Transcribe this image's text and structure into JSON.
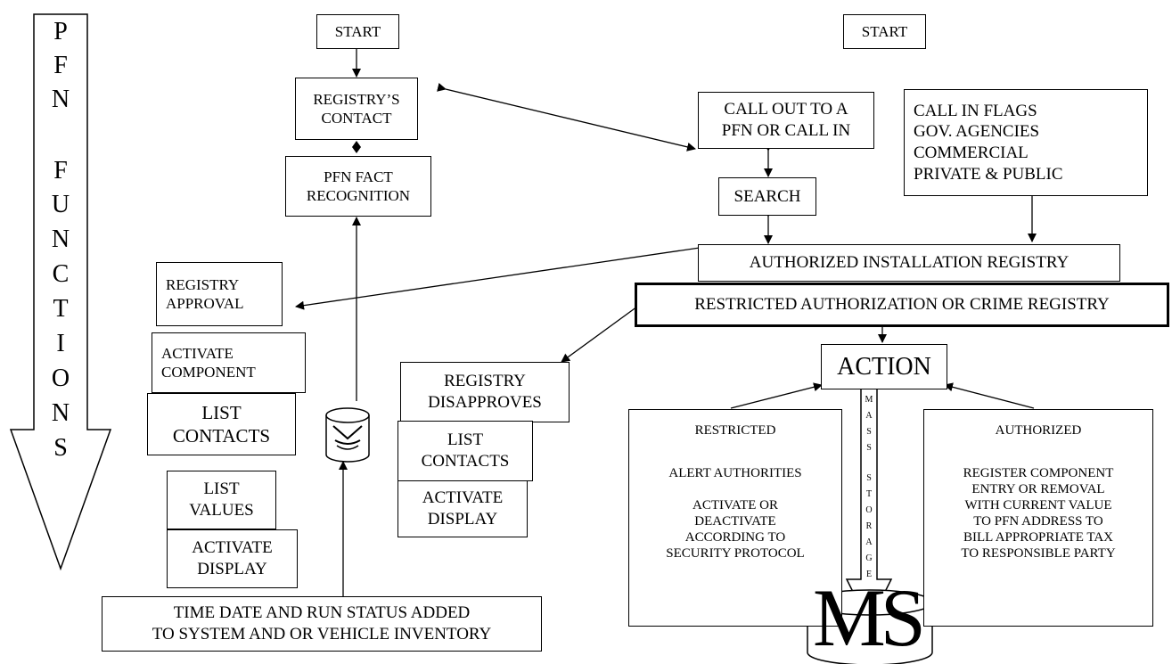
{
  "sidebar": {
    "title_letters": [
      "P",
      "F",
      "N",
      "F",
      "U",
      "N",
      "C",
      "T",
      "I",
      "O",
      "N",
      "S"
    ]
  },
  "left_flow": {
    "start": "START",
    "contact": "REGISTRY’S\nCONTACT",
    "fact": "PFN FACT\nRECOGNITION",
    "approval": "REGISTRY\nAPPROVAL",
    "activate_component": "ACTIVATE\nCOMPONENT",
    "list_contacts": "LIST\nCONTACTS",
    "list_values": "LIST\nVALUES",
    "activate_display": "ACTIVATE\nDISPLAY",
    "inventory": "TIME DATE AND  RUN STATUS ADDED\nTO  SYSTEM AND OR VEHICLE  INVENTORY"
  },
  "middle": {
    "disapproves": "REGISTRY\nDISAPPROVES",
    "list_contacts": "LIST\nCONTACTS",
    "activate_display": "ACTIVATE\nDISPLAY"
  },
  "right_flow": {
    "start": "START",
    "call_out": "CALL  OUT TO A\nPFN OR CALL IN",
    "call_in_flags": "CALL IN FLAGS\nGOV. AGENCIES\nCOMMERCIAL\nPRIVATE & PUBLIC",
    "search": "SEARCH",
    "authorized_registry": "AUTHORIZED INSTALLATION REGISTRY",
    "restricted_registry": "RESTRICTED AUTHORIZATION OR CRIME REGISTRY",
    "action": "ACTION",
    "restricted": {
      "heading": "RESTRICTED",
      "alert": "ALERT AUTHORITIES",
      "activate": "ACTIVATE OR\nDEACTIVATE\nACCORDING TO\nSECURITY PROTOCOL"
    },
    "authorized": {
      "heading": "AUTHORIZED",
      "body": "REGISTER COMPONENT\nENTRY OR REMOVAL\nWITH CURRENT VALUE\nTO  PFN ADDRESS TO\nBILL APPROPRIATE TAX\nTO RESPONSIBLE  PARTY"
    },
    "mass_storage_letters": [
      "M",
      "A",
      "S",
      "S",
      "",
      "S",
      "T",
      "O",
      "R",
      "A",
      "G",
      "E"
    ],
    "ms_label": "MS"
  }
}
